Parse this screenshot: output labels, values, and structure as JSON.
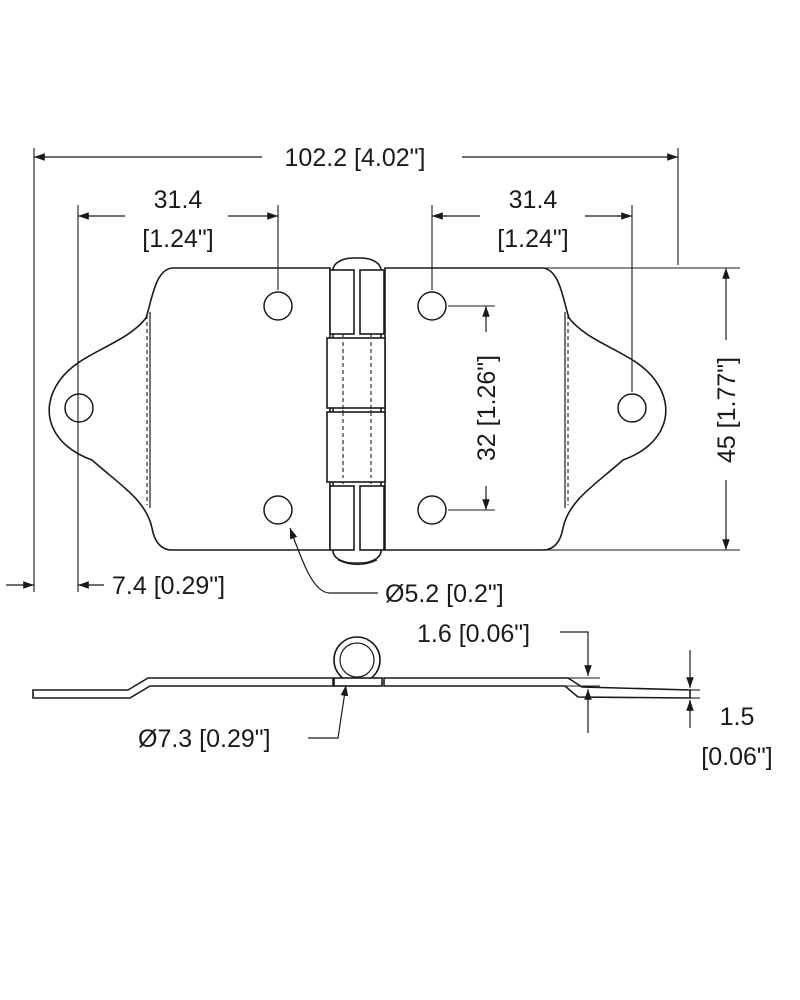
{
  "dimensions": {
    "overall_width": "102.2 [4.02\"]",
    "left_hole_spacing_mm": "31.4",
    "left_hole_spacing_in": "[1.24\"]",
    "right_hole_spacing_mm": "31.4",
    "right_hole_spacing_in": "[1.24\"]",
    "height": "45 [1.77\"]",
    "hole_vertical_spacing": "32 [1.26\"]",
    "edge_offset": "7.4 [0.29\"]",
    "hole_diameter": "Ø5.2 [0.2\"]",
    "leaf_thickness": "1.6 [0.06\"]",
    "knuckle_diameter": "Ø7.3 [0.29\"]",
    "offset_mm": "1.5",
    "offset_in": "[0.06\"]"
  },
  "colors": {
    "line": "#1a1a1a",
    "background": "#ffffff"
  }
}
